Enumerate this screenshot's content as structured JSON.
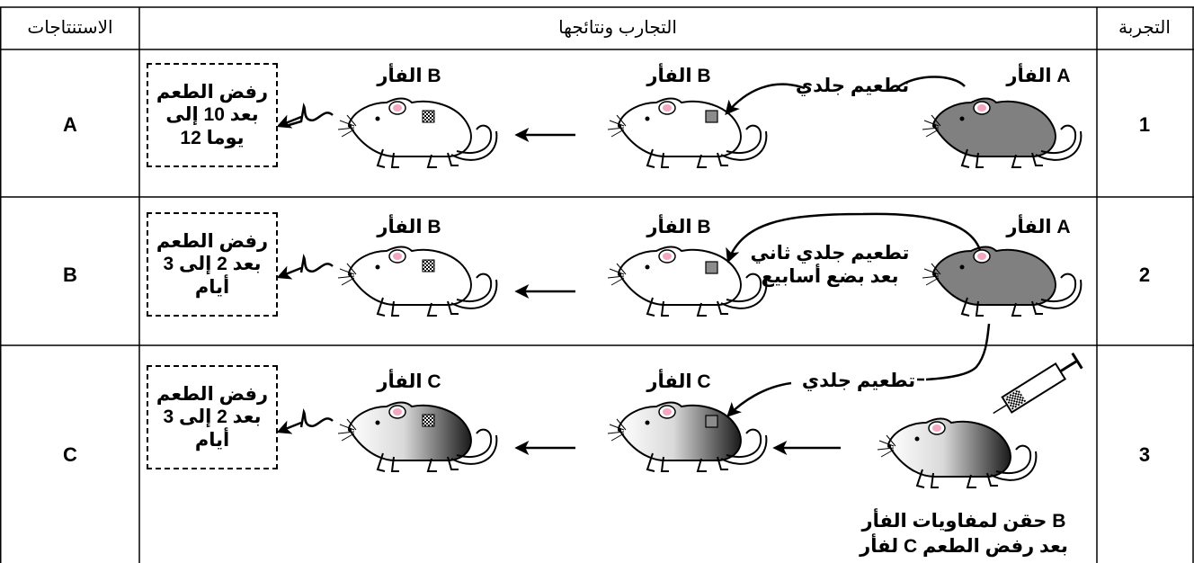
{
  "headers": {
    "conclusions": "الاستنتاجات",
    "experiments_results": "التجارب ونتائجها",
    "experiment": "التجربة"
  },
  "rows": [
    {
      "number": "1",
      "conclusion": "A",
      "donor_label": "الفأر A",
      "graft_label": "تطعيم جلدي",
      "recipient_label": "الفأر B",
      "result_mouse_label": "الفأر B",
      "result_lines": [
        "رفض الطعم",
        "بعد 10 إلى",
        "12 يوما"
      ]
    },
    {
      "number": "2",
      "conclusion": "B",
      "donor_label": "الفأر A",
      "graft_lines": [
        "تطعيم جلدي ثاني",
        "بعد بضع أسابيع"
      ],
      "recipient_label": "الفأر B",
      "result_mouse_label": "الفأر B",
      "result_lines": [
        "رفض الطعم",
        "بعد 2 إلى 3",
        "أيام"
      ]
    },
    {
      "number": "3",
      "conclusion": "C",
      "graft_label": "تطعيم جلدي",
      "injection_lines": [
        "حقن لمفاويات الفأر B",
        "لفأر C بعد رفض الطعم"
      ],
      "recipient_label": "الفأر C",
      "result_mouse_label": "الفأر C",
      "result_lines": [
        "رفض الطعم",
        "بعد 2 إلى 3",
        "أيام"
      ]
    }
  ],
  "colors": {
    "donor_fill": "#808080",
    "recipient_fill": "#ffffff",
    "ear_pink": "#f4a7c3",
    "graft_gray": "#8c8c8c"
  },
  "icons": [
    "mouse-icon",
    "syringe-icon",
    "arrow-icon",
    "squiggle-icon",
    "graft-patch-icon",
    "rejected-graft-icon"
  ]
}
